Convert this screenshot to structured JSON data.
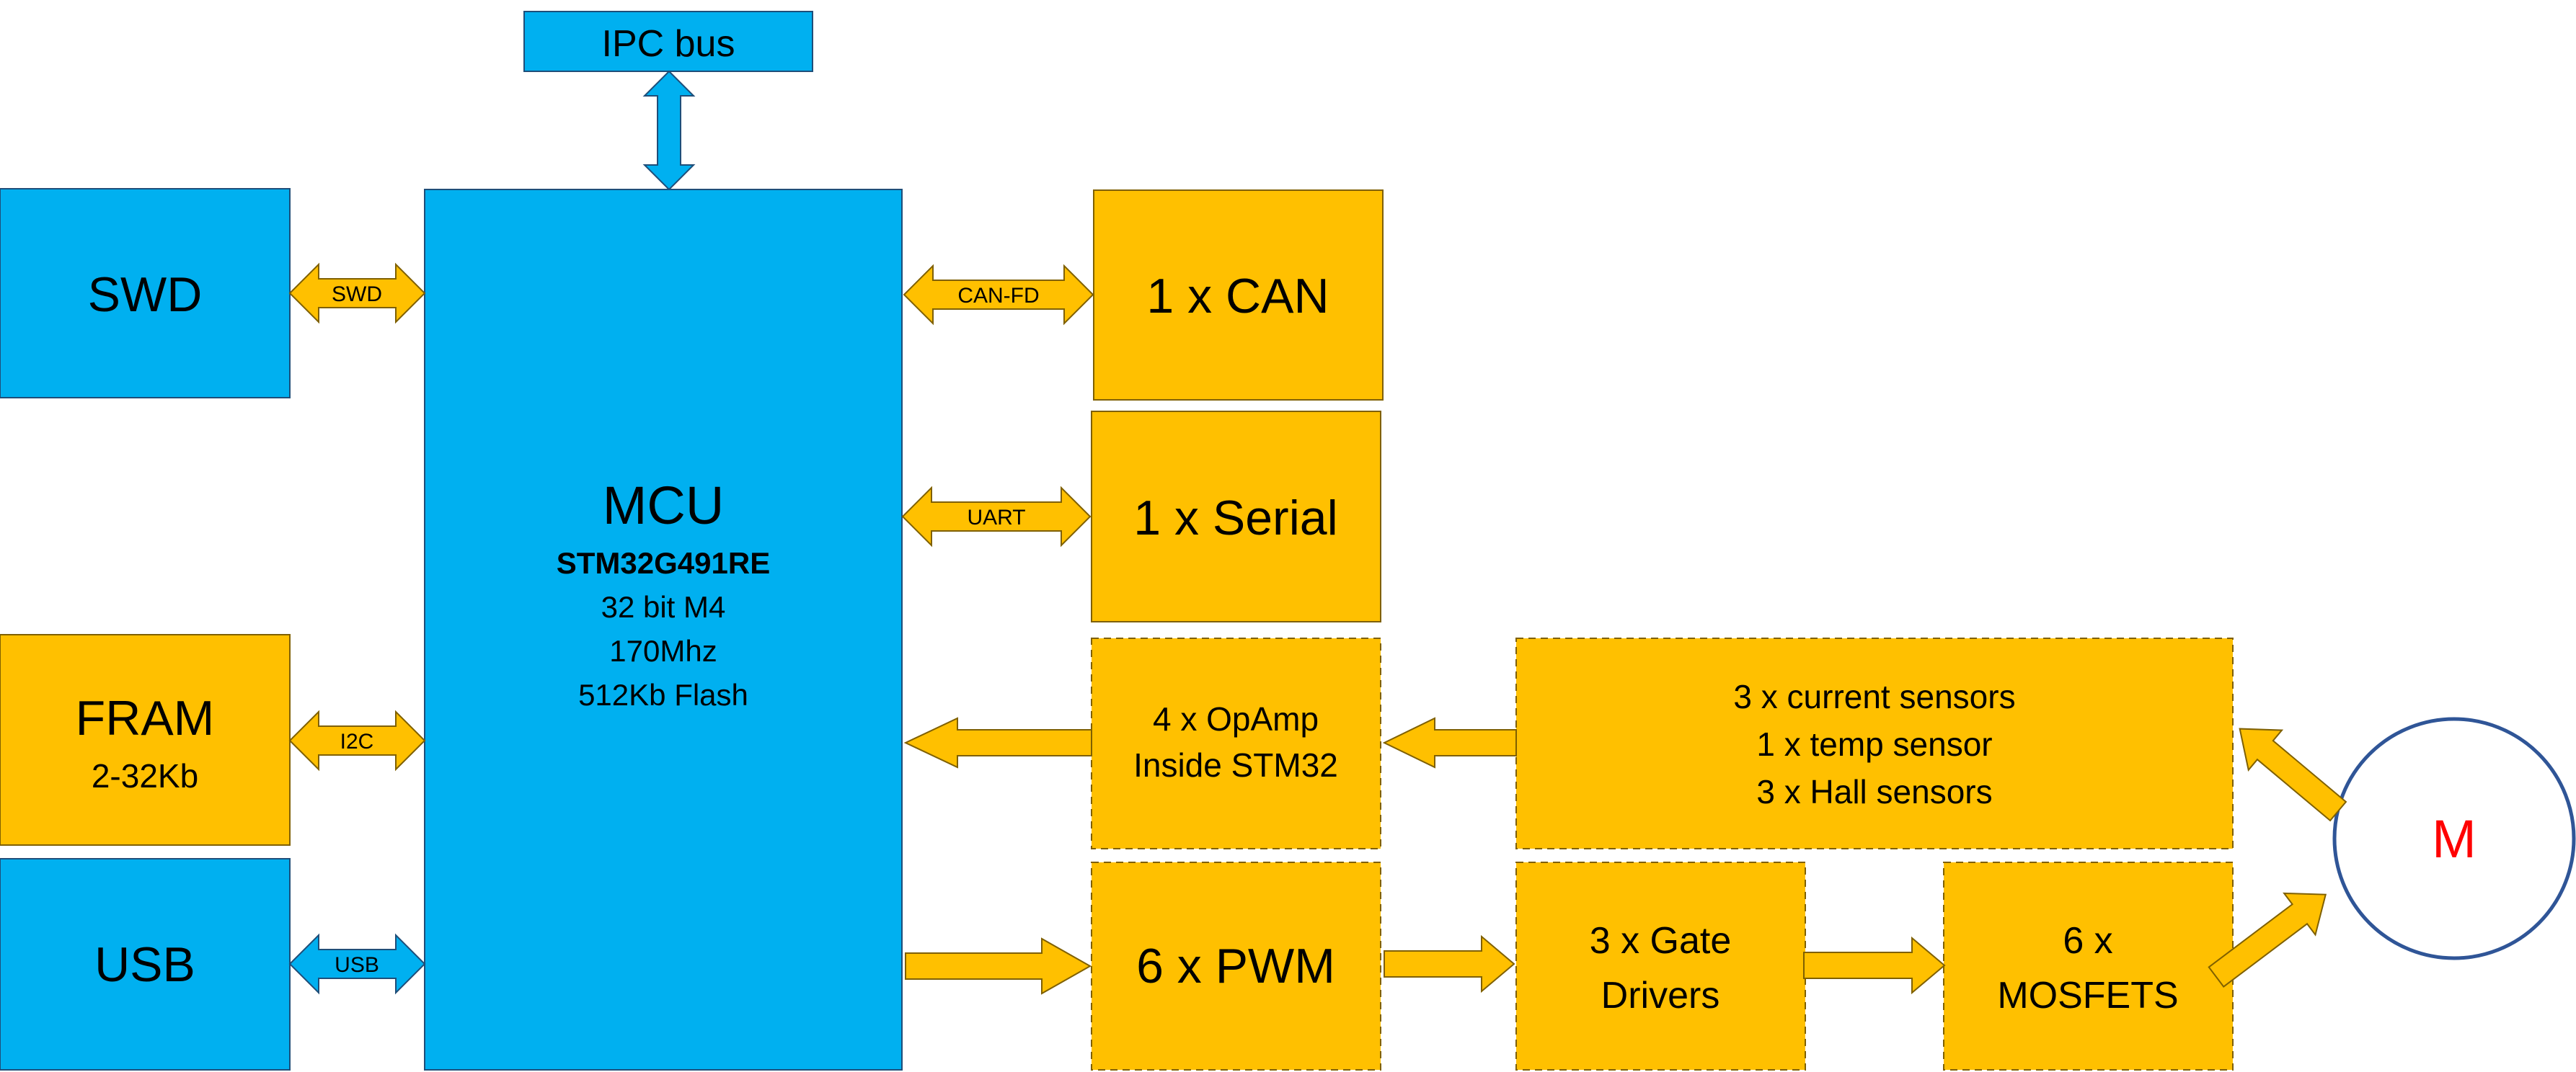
{
  "blocks": {
    "ipc": {
      "label": "IPC bus"
    },
    "swd": {
      "label": "SWD"
    },
    "fram": {
      "title": "FRAM",
      "size": "2-32Kb"
    },
    "usb": {
      "label": "USB"
    },
    "mcu": {
      "title": "MCU",
      "part": "STM32G491RE",
      "lines": [
        "32 bit M4",
        "170Mhz",
        "512Kb Flash"
      ]
    },
    "can": {
      "label": "1 x CAN"
    },
    "serial": {
      "label": "1 x Serial"
    },
    "opamp": {
      "lines": [
        "4 x OpAmp",
        "Inside STM32"
      ]
    },
    "sensors": {
      "lines": [
        "3 x current sensors",
        "1 x temp sensor",
        "3 x Hall sensors"
      ]
    },
    "pwm": {
      "label": "6 x PWM"
    },
    "gate": {
      "lines": [
        "3 x Gate",
        "Drivers"
      ]
    },
    "mosfet": {
      "lines": [
        "6 x",
        "MOSFETS"
      ]
    },
    "motor": {
      "label": "M"
    }
  },
  "arrows": {
    "swd": "SWD",
    "i2c": "I2C",
    "usb": "USB",
    "can": "CAN-FD",
    "uart": "UART"
  },
  "colors": {
    "blue": "#00B0F0",
    "orange": "#FFC000",
    "motor_outline": "#2F5597",
    "motor_text": "#FF0000"
  }
}
